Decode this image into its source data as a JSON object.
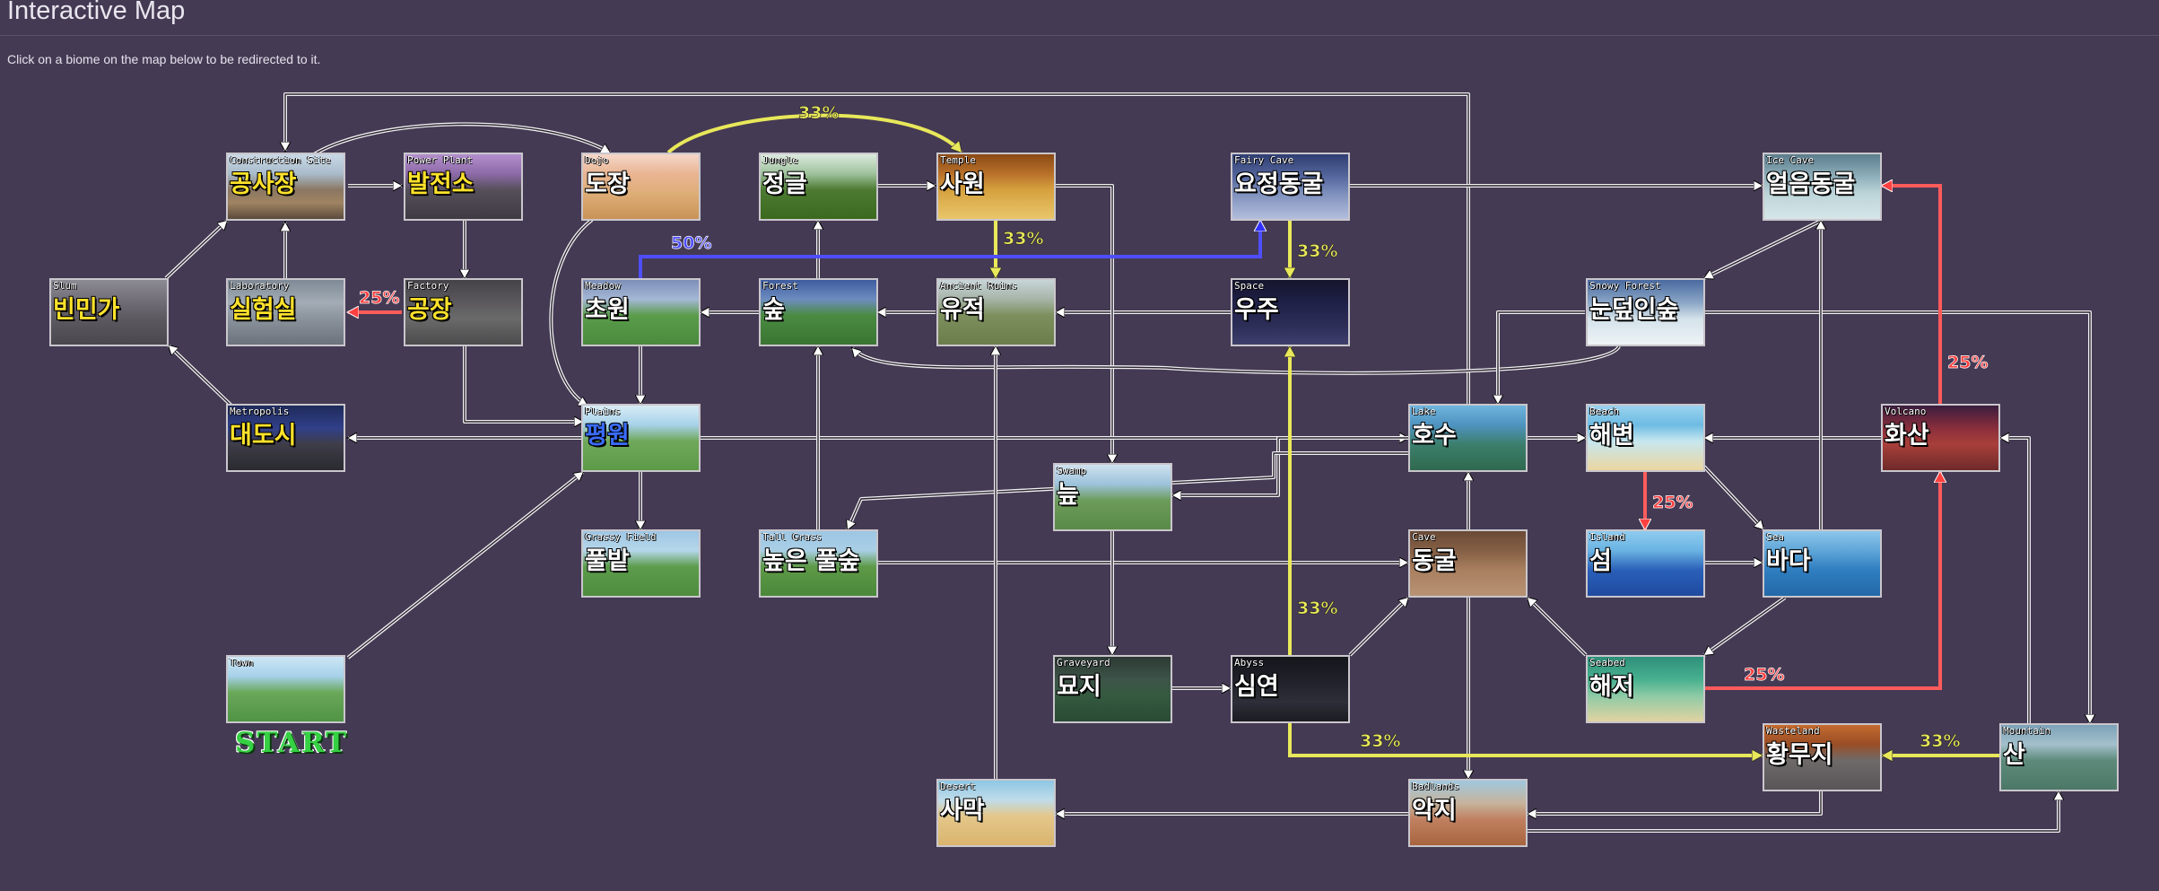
{
  "page": {
    "title": "Interactive Map",
    "instructions": "Click on a biome on the map below to be redirected to it.",
    "start_label": "START"
  },
  "colors": {
    "background": "#453a54",
    "edge_default": "#f0f0f0",
    "edge_yellow": "#e8e85a",
    "edge_red": "#ff5b5b",
    "edge_blue": "#4e4eff",
    "label_yellow": "#ffe22b",
    "label_blue": "#3a6cff",
    "label_white": "#ffffff"
  },
  "biomes": {
    "construction_site": {
      "eng": "Construction Site",
      "kor": "공사장"
    },
    "power_plant": {
      "eng": "Power Plant",
      "kor": "발전소"
    },
    "dojo": {
      "eng": "Dojo",
      "kor": "도장"
    },
    "jungle": {
      "eng": "Jungle",
      "kor": "정글"
    },
    "temple": {
      "eng": "Temple",
      "kor": "사원"
    },
    "fairy_cave": {
      "eng": "Fairy Cave",
      "kor": "요정동굴"
    },
    "ice_cave": {
      "eng": "Ice Cave",
      "kor": "얼음동굴"
    },
    "slum": {
      "eng": "Slum",
      "kor": "빈민가"
    },
    "laboratory": {
      "eng": "Laboratory",
      "kor": "실험실"
    },
    "factory": {
      "eng": "Factory",
      "kor": "공장"
    },
    "meadow": {
      "eng": "Meadow",
      "kor": "초원"
    },
    "forest": {
      "eng": "Forest",
      "kor": "숲"
    },
    "ancient_ruins": {
      "eng": "Ancient Ruins",
      "kor": "유적"
    },
    "space": {
      "eng": "Space",
      "kor": "우주"
    },
    "snowy_forest": {
      "eng": "Snowy Forest",
      "kor": "눈덮인숲"
    },
    "metropolis": {
      "eng": "Metropolis",
      "kor": "대도시"
    },
    "plains": {
      "eng": "Plains",
      "kor": "평원"
    },
    "swamp": {
      "eng": "Swamp",
      "kor": "늪"
    },
    "lake": {
      "eng": "Lake",
      "kor": "호수"
    },
    "beach": {
      "eng": "Beach",
      "kor": "해변"
    },
    "volcano": {
      "eng": "Volcano",
      "kor": "화산"
    },
    "grassy_field": {
      "eng": "Grassy Field",
      "kor": "풀밭"
    },
    "tall_grass": {
      "eng": "Tall Grass",
      "kor": "높은 풀숲"
    },
    "cave": {
      "eng": "Cave",
      "kor": "동굴"
    },
    "island": {
      "eng": "Island",
      "kor": "섬"
    },
    "sea": {
      "eng": "Sea",
      "kor": "바다"
    },
    "town": {
      "eng": "Town",
      "kor": ""
    },
    "graveyard": {
      "eng": "Graveyard",
      "kor": "묘지"
    },
    "abyss": {
      "eng": "Abyss",
      "kor": "심연"
    },
    "seabed": {
      "eng": "Seabed",
      "kor": "해저"
    },
    "wasteland": {
      "eng": "Wasteland",
      "kor": "황무지"
    },
    "mountain": {
      "eng": "Mountain",
      "kor": "산"
    },
    "desert": {
      "eng": "Desert",
      "kor": "사막"
    },
    "badlands": {
      "eng": "Badlands",
      "kor": "악지"
    }
  },
  "probabilities": {
    "dojo_temple": "33%",
    "temple_ruins": "33%",
    "fairy_space": "33%",
    "meadow_fairy": "50%",
    "factory_lab": "25%",
    "volcano_ice": "25%",
    "beach_island": "25%",
    "seabed_volcano": "25%",
    "abyss_space": "33%",
    "abyss_wasteland": "33%",
    "mountain_wasteland": "33%"
  }
}
